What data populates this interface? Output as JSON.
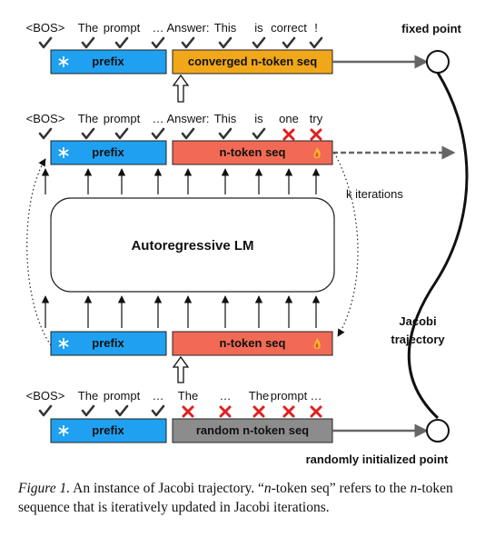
{
  "rows": [
    {
      "tokens": [
        "<BOS>",
        "The",
        "prompt",
        "…",
        "Answer:",
        "This",
        "is",
        "correct",
        "!"
      ],
      "marks": [
        "check",
        "check",
        "check",
        "check",
        "check",
        "check",
        "check",
        "check",
        "check"
      ],
      "prefix_label": "prefix",
      "seq_label": "converged n-token seq",
      "seq_color": "#f0a81a",
      "flame": false
    },
    {
      "tokens": [
        "<BOS>",
        "The",
        "prompt",
        "…",
        "Answer:",
        "This",
        "is",
        "one",
        "try"
      ],
      "marks": [
        "check",
        "check",
        "check",
        "check",
        "check",
        "check",
        "check",
        "cross",
        "cross"
      ],
      "prefix_label": "prefix",
      "seq_label": "n-token seq",
      "seq_color": "#f26a55",
      "flame": true
    },
    {
      "prefix_label": "prefix",
      "seq_label": "n-token seq",
      "seq_color": "#f26a55",
      "flame": true
    },
    {
      "tokens": [
        "<BOS>",
        "The",
        "prompt",
        "…",
        "The",
        "…",
        "The",
        "prompt",
        "…"
      ],
      "marks": [
        "check",
        "check",
        "check",
        "check",
        "cross",
        "cross",
        "cross",
        "cross",
        "cross"
      ],
      "prefix_label": "prefix",
      "seq_label": "random n-token seq",
      "seq_color": "#8c8c8c",
      "flame": false
    }
  ],
  "colors": {
    "prefix": "#1fa0f0",
    "check": "#333333",
    "cross": "#e02020"
  },
  "lm_label": "Autoregressive LM",
  "k_label": "k iterations",
  "fixed_label": "fixed point",
  "random_label": "randomly initialized point",
  "trajectory_label_1": "Jacobi",
  "trajectory_label_2": "trajectory",
  "caption": {
    "fig": "Figure 1.",
    "p1": " An instance of Jacobi trajectory. “",
    "n1": "n",
    "p2": "-token seq” refers to the ",
    "n2": "n",
    "p3": "-token sequence that is iteratively updated in Jacobi iterations."
  }
}
